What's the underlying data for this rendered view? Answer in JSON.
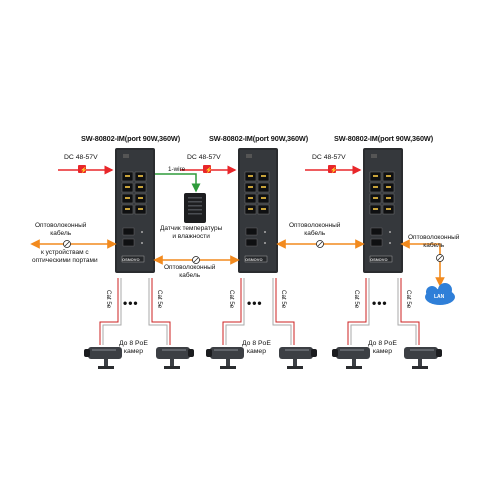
{
  "switches": [
    {
      "title": "SW-80802-IM(port 90W,360W)",
      "power": "DC 48-57V",
      "brand": "OSNOVO"
    },
    {
      "title": "SW-80802-IM(port 90W,360W)",
      "power": "DC 48-57V",
      "brand": "OSNOVO"
    },
    {
      "title": "SW-80802-IM(port 90W,360W)",
      "power": "DC 48-57V",
      "brand": "OSNOVO"
    }
  ],
  "labels": {
    "fiber_left": "Оптоволоконный\nкабель",
    "to_devices": "к устройствам с\nоптическими портами",
    "one_wire": "1-wire",
    "sensor": "Датчик температуры\nи влажности",
    "fiber_mid1": "Оптоволоконный\nкабель",
    "fiber_mid2": "Оптоволоконный\nкабель",
    "fiber_right": "Оптоволоконный\nкабель",
    "cat5e": "Cat 5e",
    "cameras": "До 8 PoE\nкамер",
    "lan": "LAN",
    "dots": "•••"
  },
  "colors": {
    "power_arrow": "#e8262a",
    "fiber": "#f28a1e",
    "one_wire": "#2e9b3a",
    "switch_body": "#2a2c2f",
    "lan_cloud": "#2f7fd8"
  }
}
